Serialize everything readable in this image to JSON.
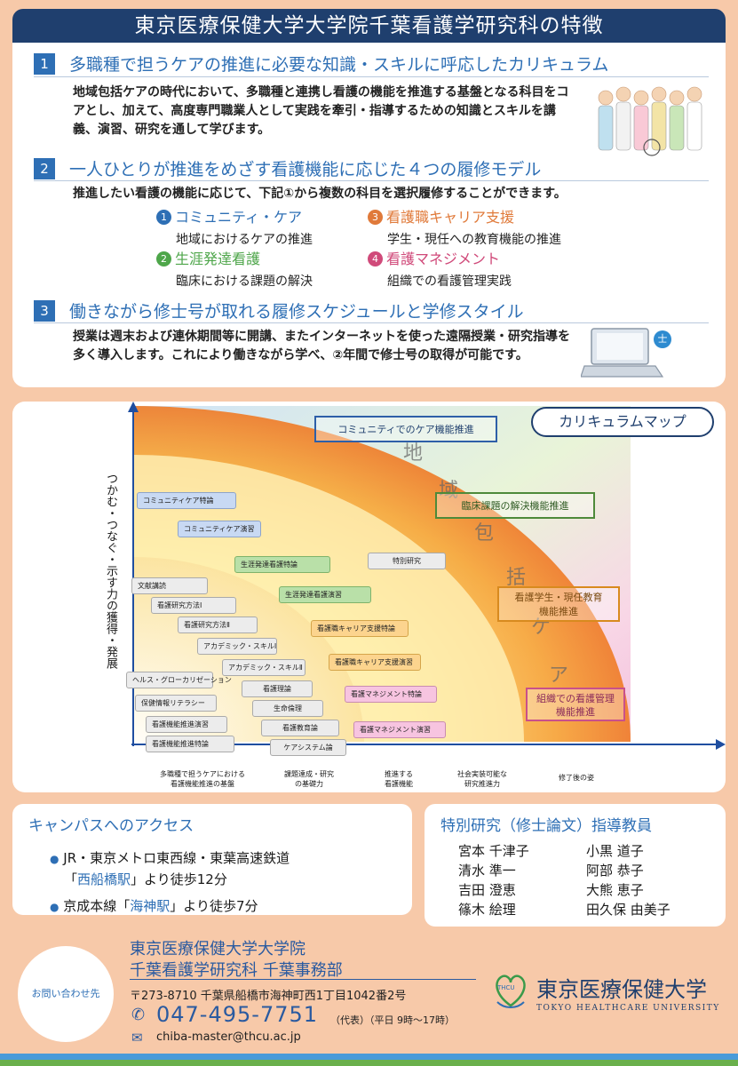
{
  "title": "東京医療保健大学大学院千葉看護学研究科の特徴",
  "sections": [
    {
      "num": "1",
      "heading": "多職種で担うケアの推進に必要な知識・スキルに呼応したカリキュラム",
      "body": "地域包括ケアの時代において、多職種と連携し看護の機能を推進する基盤となる科目をコアとし、加えて、高度専門職業人として実践を牽引・指導するための知識とスキルを講義、演習、研究を通して学びます。"
    },
    {
      "num": "2",
      "heading": "一人ひとりが推進をめざす看護機能に応じた４つの履修モデル",
      "body": "推進したい看護の機能に応じて、下記①から複数の科目を選択履修することができます。"
    },
    {
      "num": "3",
      "heading": "働きながら修士号が取れる履修スケジュールと学修スタイル",
      "body": "授業は週末および連休期間等に開講、またインターネットを使った遠隔授業・研究指導を多く導入します。これにより働きながら学べ、②年間で修士号の取得が可能です。"
    }
  ],
  "models": [
    {
      "badge": "1",
      "title": "コミュニティ・ケア",
      "desc": "地域におけるケアの推進",
      "color": "#2e6fb5"
    },
    {
      "badge": "2",
      "title": "生涯発達看護",
      "desc": "臨床における課題の解決",
      "color": "#4ea64a"
    },
    {
      "badge": "3",
      "title": "看護職キャリア支援",
      "desc": "学生・現任への教育機能の推進",
      "color": "#e07a3a"
    },
    {
      "badge": "4",
      "title": "看護マネジメント",
      "desc": "組織での看護管理実践",
      "color": "#d04a7a"
    }
  ],
  "laptop_badge": "士",
  "map": {
    "title": "カリキュラムマップ",
    "yaxis": "つかむ・つなぐ・示す力の獲得・発展",
    "arc_text": [
      "地",
      "域",
      "包",
      "括",
      "ケ",
      "ア"
    ],
    "big_labels": [
      "コミュニティでのケア機能推進",
      "臨床課題の解決機能推進",
      "看護学生・現任教育\n機能推進",
      "組織での看護管理\n機能推進"
    ],
    "courses": [
      "コミュニティケア特論",
      "コミュニティケア演習",
      "生涯発達看護特論",
      "特別研究",
      "文献講読",
      "生涯発達看護演習",
      "看護研究方法Ⅰ",
      "看護研究方法Ⅱ",
      "看護職キャリア支援特論",
      "アカデミック・スキルⅠ",
      "看護職キャリア支援演習",
      "アカデミック・スキルⅡ",
      "ヘルス・グローカリゼーション",
      "看護理論",
      "看護マネジメント特論",
      "保健情報リテラシー",
      "生命倫理",
      "看護機能推進演習",
      "看護教育論",
      "看護マネジメント演習",
      "看護機能推進特論",
      "ケアシステム論"
    ],
    "xaxis": [
      "多職種で担うケアにおける\n看護機能推進の基盤",
      "課題達成・研究\nの基礎力",
      "推進する\n看護機能",
      "社会実装可能な\n研究推進力",
      "修了後の姿"
    ]
  },
  "access": {
    "heading": "キャンパスへのアクセス",
    "line1": "JR・東京メトロ東西線・東葉高速鉄道",
    "line2_pre": "「",
    "line2_station": "西船橋駅",
    "line2_post": "」より徒歩12分",
    "line3_pre": "京成本線「",
    "line3_station": "海神駅",
    "line3_post": "」より徒歩7分"
  },
  "teachers": {
    "heading": "特別研究（修士論文）指導教員",
    "names": [
      "宮本 千津子",
      "小黒 道子",
      "清水 準一",
      "阿部 恭子",
      "吉田 澄恵",
      "大熊 恵子",
      "篠木 絵理",
      "田久保 由美子"
    ]
  },
  "contact": {
    "circle": "お問い合わせ先",
    "org1": "東京医療保健大学大学院",
    "org2": "千葉看護学研究科 千葉事務部",
    "address": "〒273-8710 千葉県船橋市海神町西1丁目1042番2号",
    "phone": "047-495-7751",
    "phone_note": "（代表）（平日 9時～17時）",
    "email": "chiba-master@thcu.ac.jp"
  },
  "logo": {
    "mark": "THCU",
    "name_ja": "東京医療保健大学",
    "name_en": "TOKYO HEALTHCARE UNIVERSITY"
  }
}
